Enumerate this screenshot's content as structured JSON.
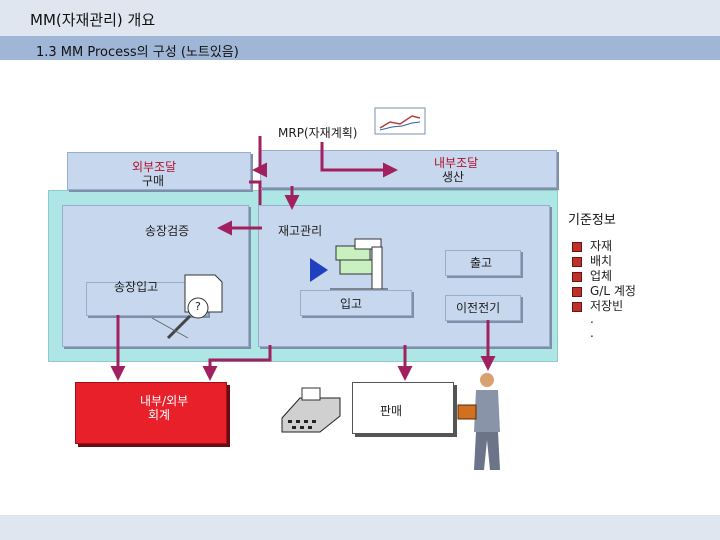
{
  "header": {
    "title": "MM(자재관리) 개요",
    "subtitle": "1.3 MM Process의 구성 (노트있음)"
  },
  "diagram": {
    "mrp": "MRP(자재계획)",
    "external_procurement": {
      "line1": "외부조달",
      "line2": "구매"
    },
    "internal_procurement": {
      "line1": "내부조달",
      "line2": "생산"
    },
    "invoice_verification": "송장검증",
    "inventory_management": "재고관리",
    "goods_issue": "출고",
    "invoice_receipt": "송장입고",
    "goods_receipt": "입고",
    "transfer_posting": "이전전기",
    "accounting": {
      "line1": "내부/외부",
      "line2": "회계"
    },
    "sales": "판매",
    "question_mark": "?"
  },
  "master_data": {
    "title": "기준정보",
    "items": [
      "자재",
      "배치",
      "업체",
      "G/L 계정",
      "저장빈"
    ],
    "dots": [
      ".",
      "."
    ]
  },
  "colors": {
    "arrow": "#a02060",
    "panel": "#aee6e6",
    "box": "#c7d7ee",
    "accounting": "#e8202a",
    "title_bar": "#dfe6ef",
    "subtitle_bar": "#9fb6d6"
  }
}
